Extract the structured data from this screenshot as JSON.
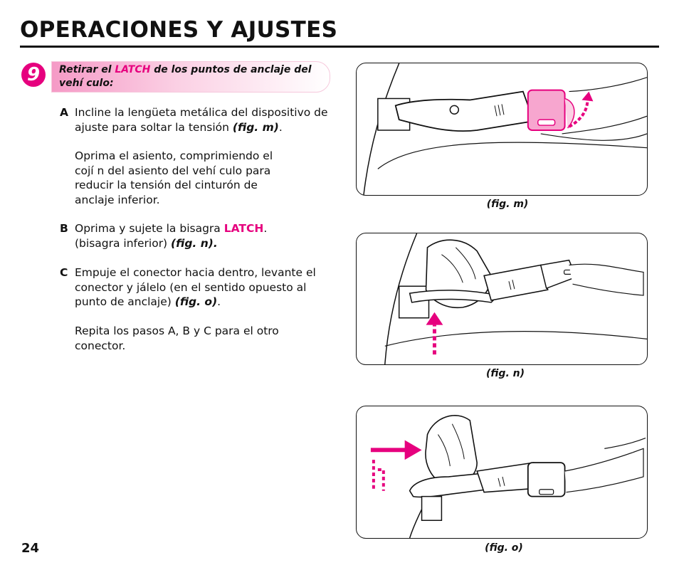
{
  "page": {
    "title": "OPERACIONES Y AJUSTES",
    "number": "24"
  },
  "step": {
    "number": "9",
    "header_pre": "Retirar el ",
    "header_brand": "LATCH",
    "header_post": " de los puntos de anclaje del vehí culo:"
  },
  "instructions": {
    "a": {
      "letter": "A",
      "line1": "Incline la lengüeta metálica del dispositivo de ajuste para soltar la tensión ",
      "ref": "(fig. m)",
      "end": ".",
      "para2": "Oprima el asiento, comprimiendo el cojí n del asiento del vehí culo para reducir la tensión del cinturón de anclaje inferior."
    },
    "b": {
      "letter": "B",
      "pre": "Oprima y sujete la bisagra ",
      "brand": "LATCH",
      "post": ". (bisagra inferior) ",
      "ref": "(fig. n)."
    },
    "c": {
      "letter": "C",
      "text": "Empuje el conector hacia dentro, levante el conector y jálelo (en el sentido opuesto al punto de anclaje) ",
      "ref": "(fig. o)",
      "end": ".",
      "para2": "Repita los pasos A, B y C para el otro conector."
    }
  },
  "figures": {
    "m": {
      "caption": "(fig. m)"
    },
    "n": {
      "caption": "(fig. n)"
    },
    "o": {
      "caption": "(fig. o)"
    }
  },
  "colors": {
    "accent": "#e6007e"
  }
}
